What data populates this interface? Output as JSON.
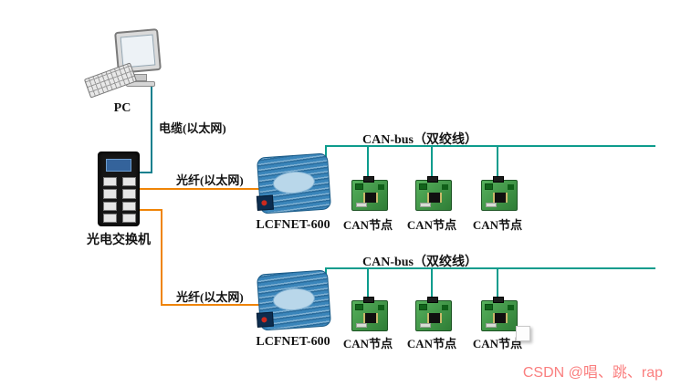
{
  "diagram": {
    "labels": {
      "pc": "PC",
      "cable": "电缆(以太网)",
      "switch": "光电交换机",
      "fiber": [
        "光纤(以太网)",
        "光纤(以太网)"
      ],
      "converter": [
        "LCFNET-600",
        "LCFNET-600"
      ],
      "canbus": [
        "CAN-bus（双绞线）",
        "CAN-bus（双绞线）"
      ],
      "can_nodes_row1": [
        "CAN节点",
        "CAN节点",
        "CAN节点"
      ],
      "can_nodes_row2": [
        "CAN节点",
        "CAN节点",
        "CAN节点"
      ]
    },
    "watermark": "CSDN @唱、跳、rap",
    "colors": {
      "canbus_line": "#0d9c8d",
      "cable_line": "#13808e",
      "fiber_line": "#ef8407",
      "watermark_text": "#fa7f7f"
    }
  }
}
